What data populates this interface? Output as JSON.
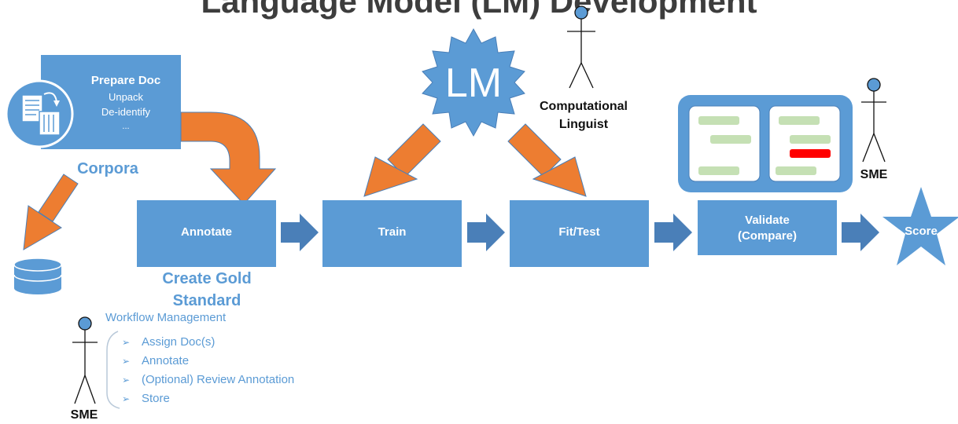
{
  "title": "Language Model (LM) Development",
  "prepare_doc": {
    "heading": "Prepare Doc",
    "steps": [
      "Unpack",
      "De-identify",
      "..."
    ]
  },
  "corpora_label": "Corpora",
  "pipeline": {
    "annotate": "Annotate",
    "train": "Train",
    "fit_test": "Fit/Test",
    "validate_line1": "Validate",
    "validate_line2": "(Compare)",
    "score": "Score"
  },
  "lm_badge": "LM",
  "computational_linguist": [
    "Computational",
    "Linguist"
  ],
  "create_gold_standard": [
    "Create Gold",
    "Standard"
  ],
  "sme_top": "SME",
  "sme_bottom": "SME",
  "workflow": {
    "title": "Workflow Management",
    "items": [
      "Assign Doc(s)",
      "Annotate",
      "(Optional) Review Annotation",
      "Store"
    ]
  },
  "colors": {
    "box_blue": "#5b9bd5",
    "arrow_orange": "#ed7d31",
    "arrow_blue": "#4a7fb8",
    "green_bar": "#c5e0b4",
    "red_bar": "#ff0000"
  }
}
